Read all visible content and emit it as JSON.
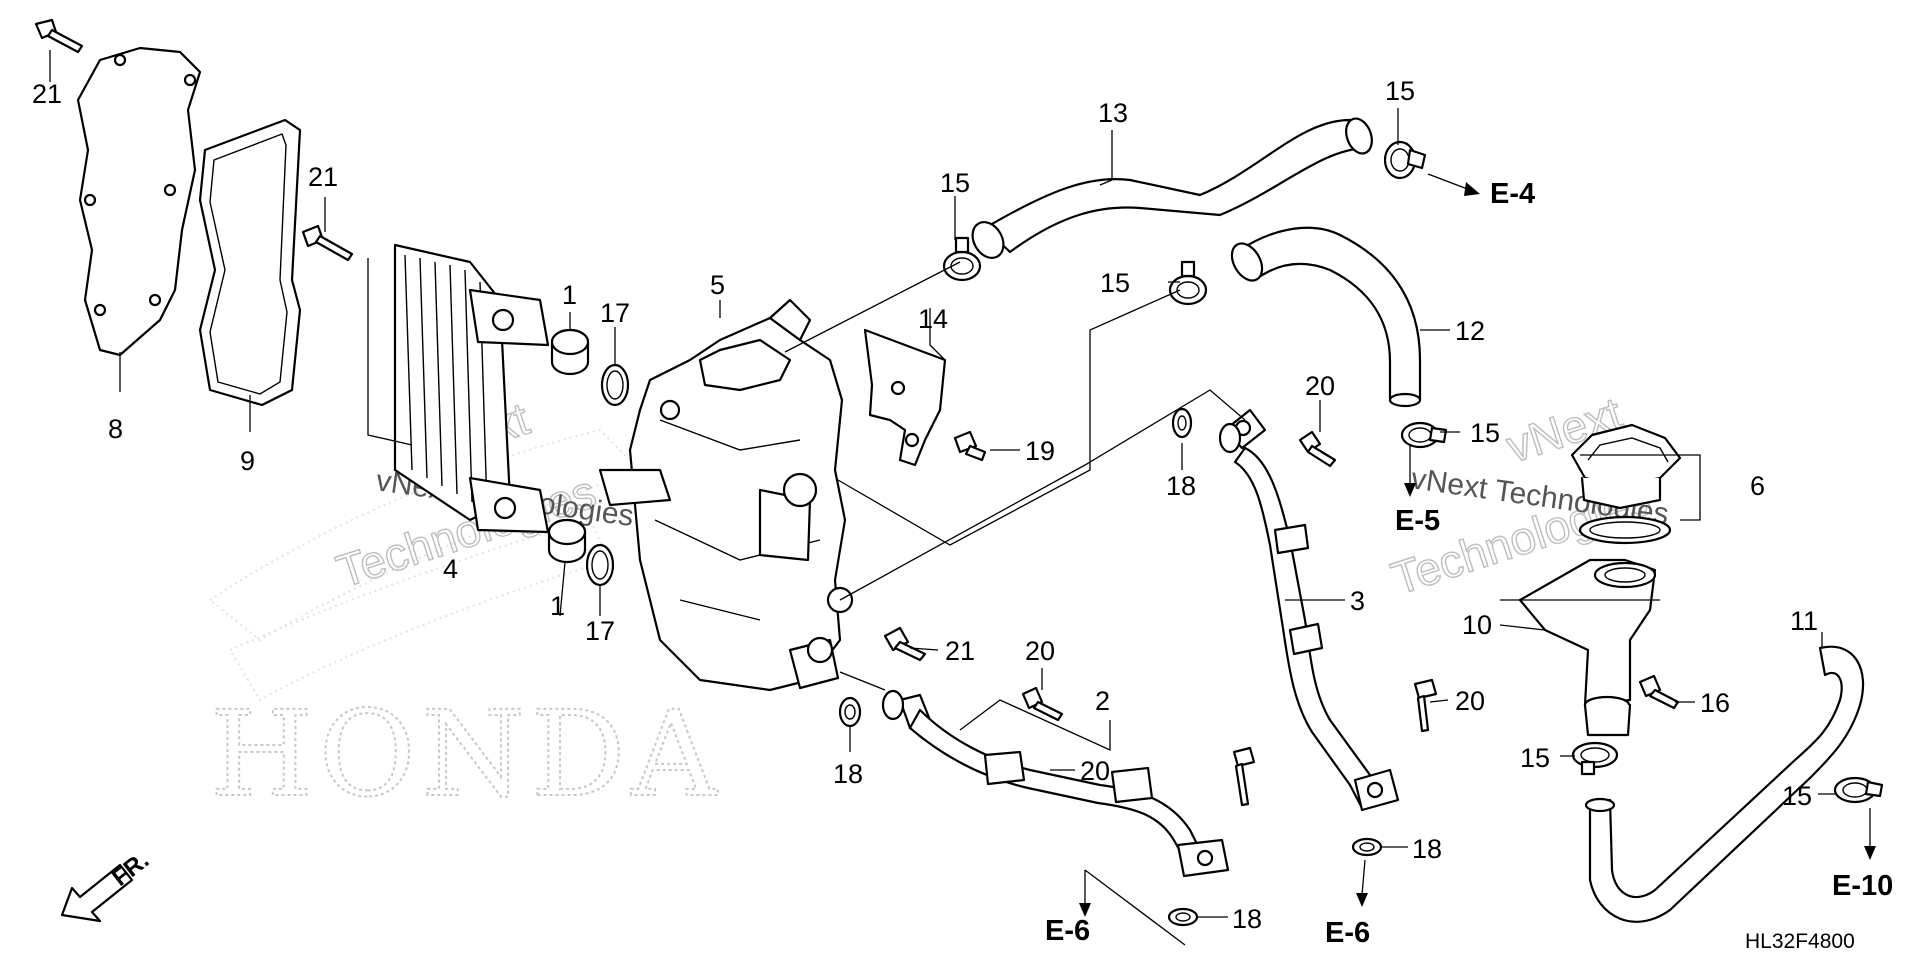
{
  "diagram": {
    "callouts": {
      "c1a": "1",
      "c1b": "1",
      "c2": "2",
      "c3": "3",
      "c4": "4",
      "c5": "5",
      "c6": "6",
      "c8": "8",
      "c9": "9",
      "c10": "10",
      "c11": "11",
      "c12": "12",
      "c13": "13",
      "c14": "14",
      "c15a": "15",
      "c15b": "15",
      "c15c": "15",
      "c15d": "15",
      "c15e": "15",
      "c15f": "15",
      "c16": "16",
      "c17a": "17",
      "c17b": "17",
      "c18a": "18",
      "c18b": "18",
      "c18c": "18",
      "c18d": "18",
      "c19": "19",
      "c20a": "20",
      "c20b": "20",
      "c20c": "20",
      "c20d": "20",
      "c21a": "21",
      "c21b": "21",
      "c21c": "21"
    },
    "references": {
      "e4": "E-4",
      "e5": "E-5",
      "e6a": "E-6",
      "e6b": "E-6",
      "e10": "E-10"
    },
    "direction_label": "FR.",
    "diagram_code": "HL32F4800",
    "watermark": {
      "line1": "vNext",
      "line2": "Technologies",
      "inline": "vNext Technologies"
    },
    "brand": "HONDA"
  }
}
